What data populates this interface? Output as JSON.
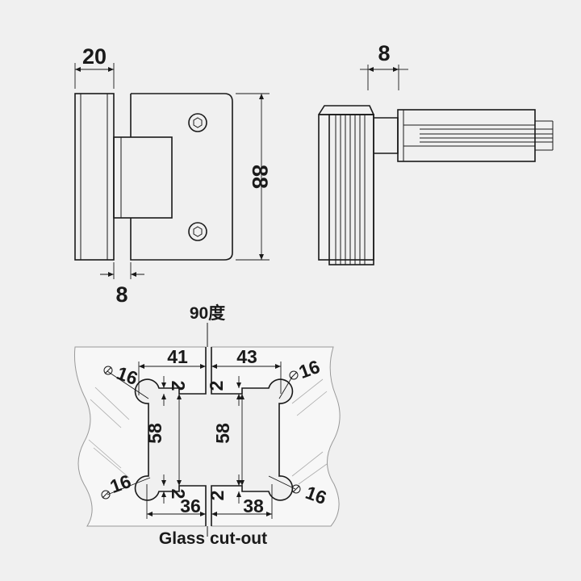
{
  "top_front": {
    "dim_width": "20",
    "dim_height": "88",
    "dim_bottom": "8"
  },
  "top_side": {
    "dim_top": "8"
  },
  "angle_label": "90度",
  "cutout": {
    "left": {
      "top_width": "41",
      "bottom_width": "36",
      "height": "58",
      "top_offset": "2",
      "bottom_offset": "2",
      "radius_top": "16",
      "radius_bottom": "16"
    },
    "right": {
      "top_width": "43",
      "bottom_width": "38",
      "height": "58",
      "top_offset": "2",
      "bottom_offset": "2",
      "radius_top": "16",
      "radius_bottom": "16"
    }
  },
  "caption": "Glass cut-out",
  "colors": {
    "background": "#f0f0f0",
    "line": "#1a1a1a",
    "glass_edge": "#999999"
  }
}
